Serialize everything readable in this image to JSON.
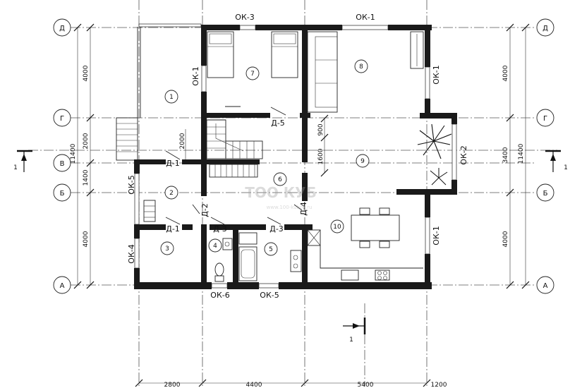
{
  "axes": {
    "rows": [
      "Д",
      "Г",
      "В",
      "Б",
      "А"
    ],
    "cols": [
      "2800",
      "4400",
      "5400",
      "1200"
    ]
  },
  "dims": {
    "left_outer": "11400",
    "left_inner": [
      "4000",
      "2000",
      "1400",
      "4000"
    ],
    "right_outer": "11400",
    "right_inner": [
      "4000",
      "3400",
      "4000"
    ],
    "stair_2000": "2000",
    "mid_900": "900",
    "mid_1600": "1600"
  },
  "windows": {
    "ok3_top": "ОК-3",
    "ok1_top": "ОК-1",
    "ok1_left": "ОК-1",
    "ok1_right_top": "ОК-1",
    "ok2_right": "ОК-2",
    "ok1_right_bottom": "ОК-1",
    "ok5_left": "ОК-5",
    "ok4_left": "ОК-4",
    "ok6_bottom": "ОК-6",
    "ok5_bottom": "ОК-5"
  },
  "doors": {
    "d5": "Д-5",
    "d1_upper": "Д-1",
    "d2": "Д-2",
    "d1_lower": "Д-1",
    "d3_left": "Д-3",
    "d3_right": "Д-3",
    "d4": "Д-4"
  },
  "rooms": [
    "1",
    "2",
    "3",
    "4",
    "5",
    "6",
    "7",
    "8",
    "9",
    "10"
  ],
  "section": {
    "label": "1"
  },
  "watermark": {
    "text": "ТОО КУБ",
    "url": "www.100-kubov.ru"
  }
}
